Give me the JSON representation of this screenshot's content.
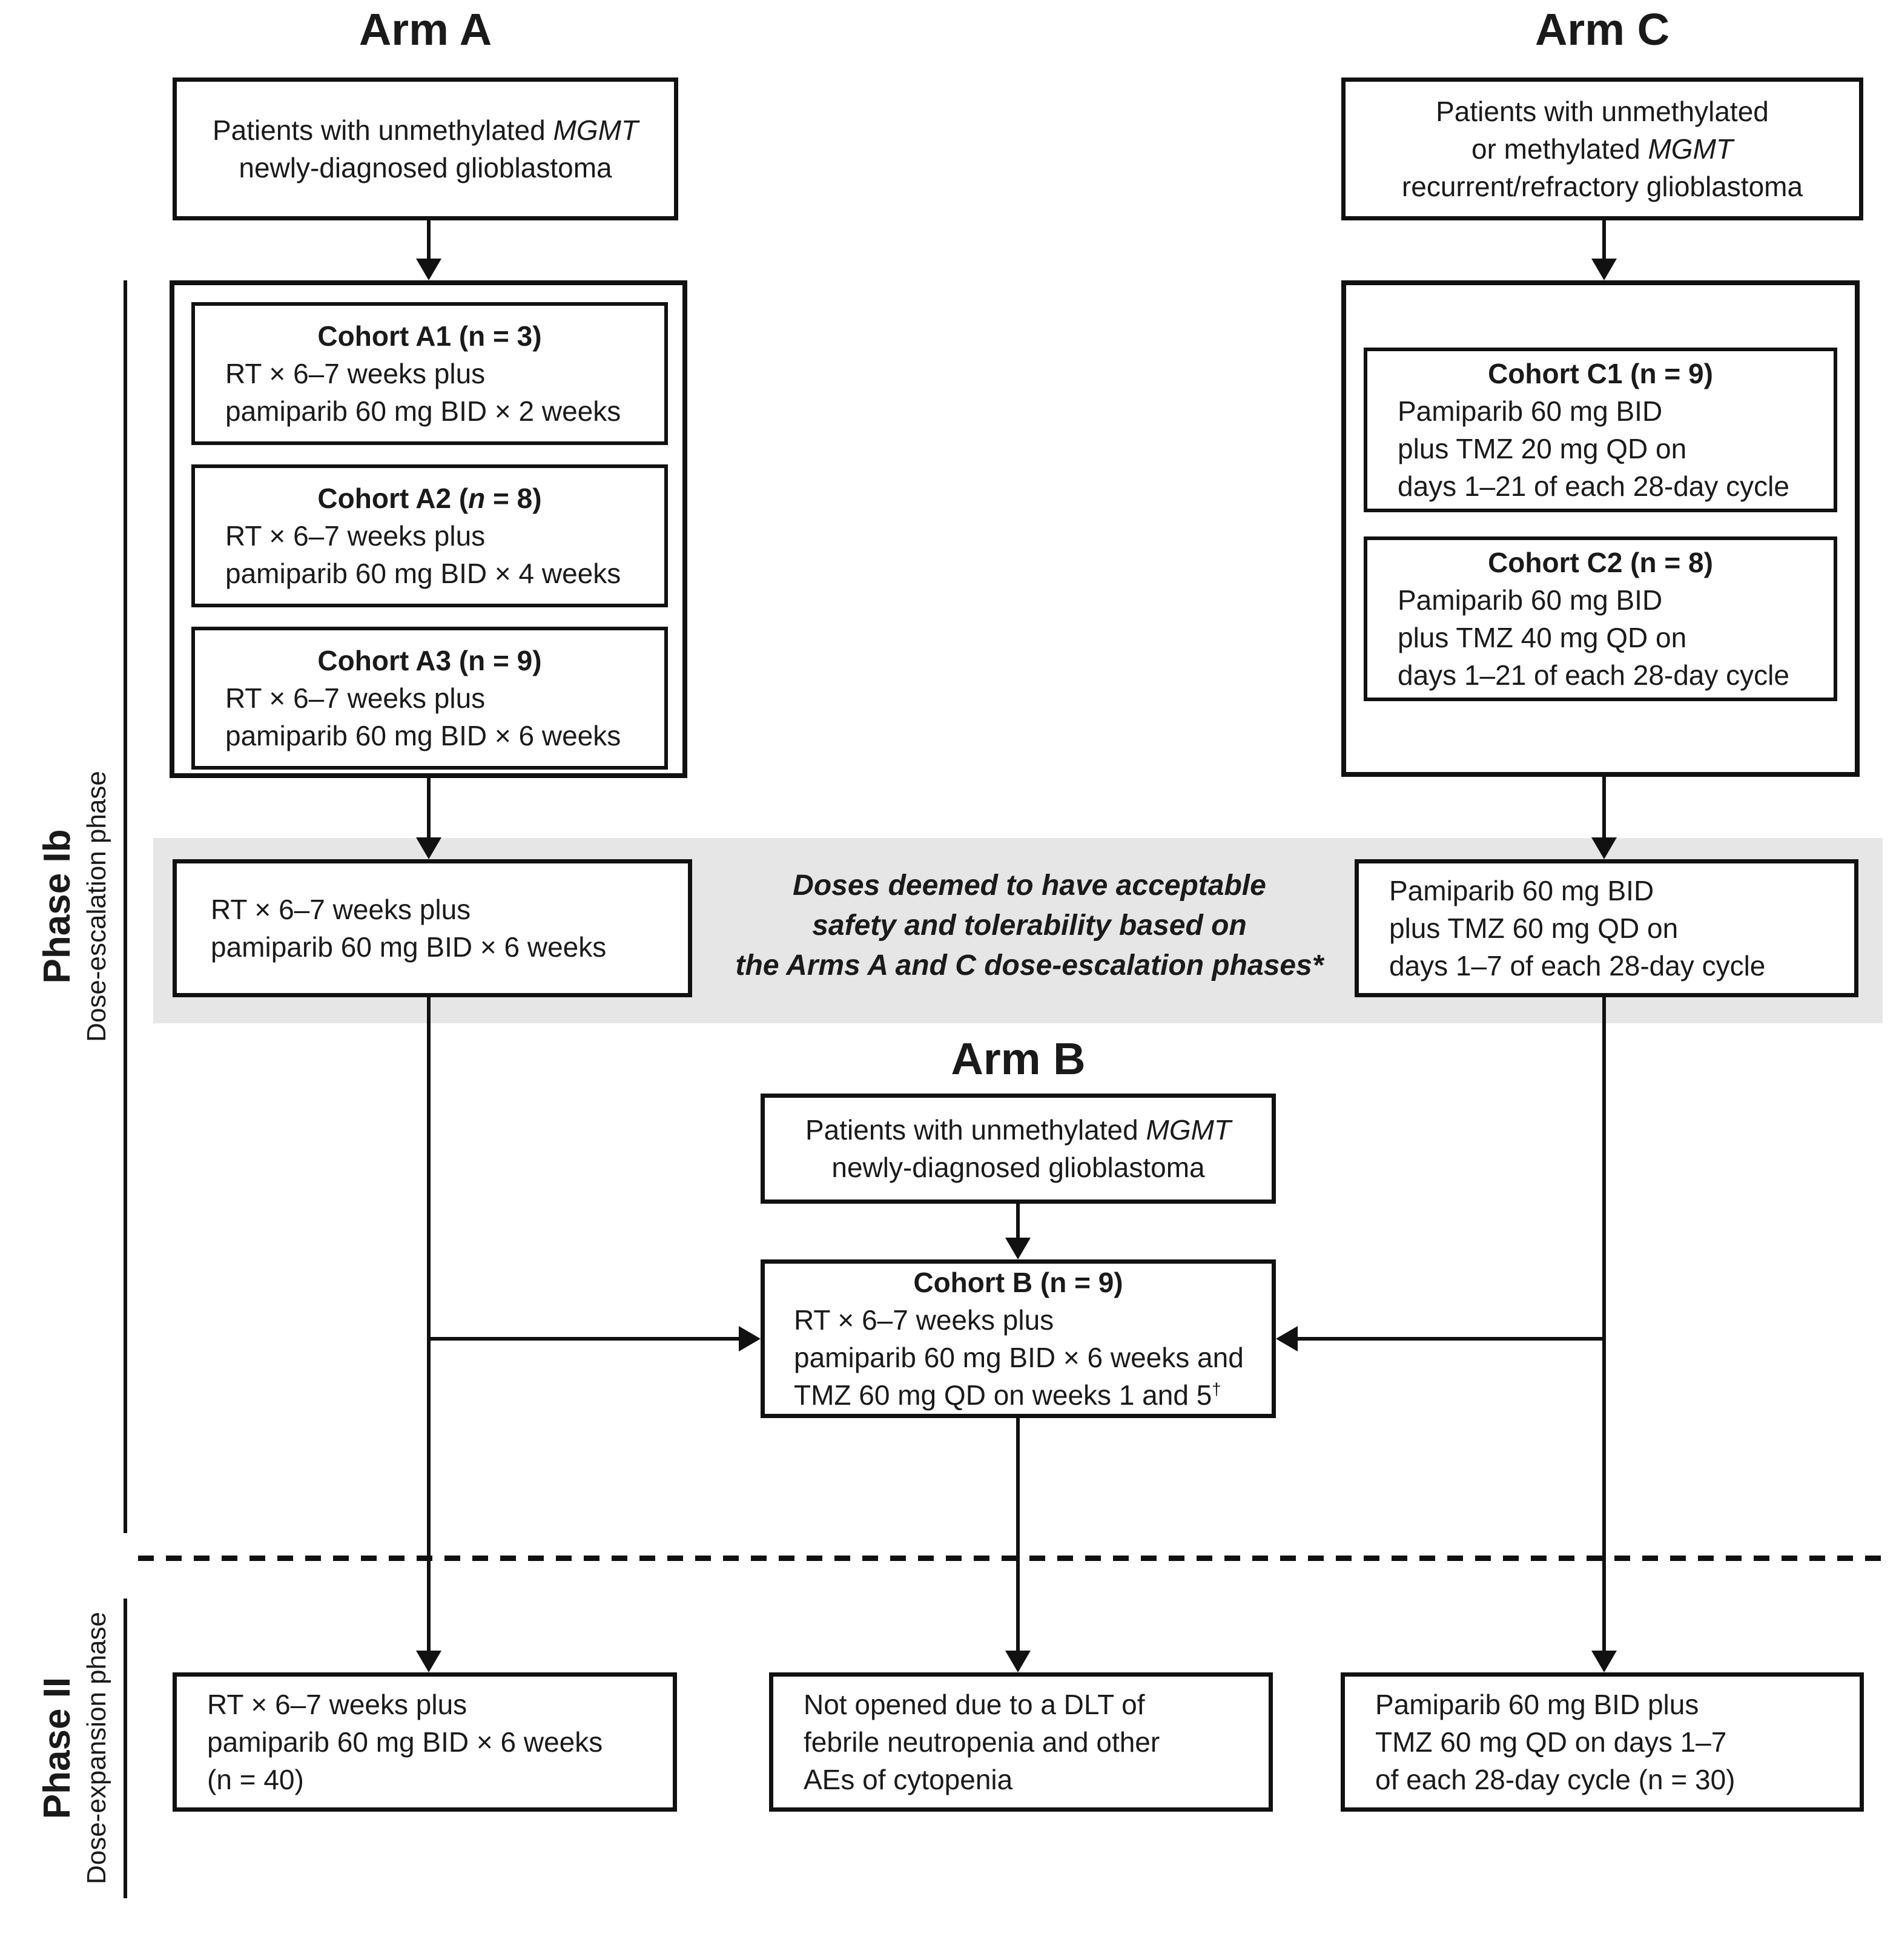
{
  "colors": {
    "ink": "#111111",
    "banner_bg": "#e6e6e6",
    "box_bg": "#ffffff"
  },
  "phase_labels": {
    "ib": {
      "title": "Phase Ib",
      "subtitle": "Dose-escalation phase"
    },
    "ii": {
      "title": "Phase II",
      "subtitle": "Dose-expansion phase"
    }
  },
  "banner": {
    "lines": [
      [
        {
          "t": "Doses deemed to have acceptable"
        }
      ],
      [
        {
          "t": "safety and tolerability based on"
        }
      ],
      [
        {
          "t": "the Arms A and C dose-escalation phases*"
        }
      ]
    ]
  },
  "arm_a": {
    "title": "Arm A",
    "patients": [
      [
        {
          "t": "Patients with unmethylated "
        },
        {
          "t": "MGMT",
          "i": true
        }
      ],
      [
        {
          "t": "newly-diagnosed glioblastoma"
        }
      ]
    ],
    "cohort_a1": {
      "title": [
        {
          "t": "Cohort A1 (n = 3)"
        }
      ],
      "lines": [
        [
          {
            "t": "RT × 6–7 weeks plus"
          }
        ],
        [
          {
            "t": "pamiparib 60 mg BID × 2 weeks"
          }
        ]
      ]
    },
    "cohort_a2": {
      "title": [
        {
          "t": "Cohort A2 ("
        },
        {
          "t": "n",
          "i": true
        },
        {
          "t": " = 8)"
        }
      ],
      "lines": [
        [
          {
            "t": "RT × 6–7 weeks plus"
          }
        ],
        [
          {
            "t": "pamiparib 60 mg BID × 4 weeks"
          }
        ]
      ]
    },
    "cohort_a3": {
      "title": [
        {
          "t": "Cohort A3 (n = 9)"
        }
      ],
      "lines": [
        [
          {
            "t": "RT × 6–7 weeks plus"
          }
        ],
        [
          {
            "t": "pamiparib 60 mg BID × 6 weeks"
          }
        ]
      ]
    },
    "selected_dose": {
      "lines": [
        [
          {
            "t": "RT × 6–7 weeks plus"
          }
        ],
        [
          {
            "t": "pamiparib 60 mg BID × 6 weeks"
          }
        ]
      ]
    },
    "expansion": {
      "lines": [
        [
          {
            "t": "RT × 6–7 weeks plus"
          }
        ],
        [
          {
            "t": "pamiparib 60 mg BID × 6 weeks"
          }
        ],
        [
          {
            "t": "(n = 40)"
          }
        ]
      ]
    }
  },
  "arm_b": {
    "title": "Arm B",
    "patients": [
      [
        {
          "t": "Patients with unmethylated "
        },
        {
          "t": "MGMT",
          "i": true
        }
      ],
      [
        {
          "t": "newly-diagnosed glioblastoma"
        }
      ]
    ],
    "cohort_b": {
      "title": [
        {
          "t": "Cohort B (n = 9)"
        }
      ],
      "lines": [
        [
          {
            "t": "RT × 6–7 weeks plus"
          }
        ],
        [
          {
            "t": "pamiparib 60 mg BID × 6 weeks and"
          }
        ],
        [
          {
            "t": "TMZ 60 mg QD on weeks 1 and 5"
          },
          {
            "t": "†",
            "sup": true
          }
        ]
      ]
    },
    "expansion": {
      "lines": [
        [
          {
            "t": "Not opened due to a DLT of"
          }
        ],
        [
          {
            "t": "febrile neutropenia and other"
          }
        ],
        [
          {
            "t": "AEs of cytopenia"
          }
        ]
      ]
    }
  },
  "arm_c": {
    "title": "Arm C",
    "patients": [
      [
        {
          "t": "Patients with unmethylated"
        }
      ],
      [
        {
          "t": "or methylated "
        },
        {
          "t": "MGMT",
          "i": true
        }
      ],
      [
        {
          "t": "recurrent/refractory glioblastoma"
        }
      ]
    ],
    "cohort_c1": {
      "title": [
        {
          "t": "Cohort C1 (n = 9)"
        }
      ],
      "lines": [
        [
          {
            "t": "Pamiparib 60 mg BID"
          }
        ],
        [
          {
            "t": "plus TMZ 20 mg QD on"
          }
        ],
        [
          {
            "t": "days 1–21 of each 28-day cycle"
          }
        ]
      ]
    },
    "cohort_c2": {
      "title": [
        {
          "t": "Cohort C2 (n = 8)"
        }
      ],
      "lines": [
        [
          {
            "t": "Pamiparib 60 mg BID"
          }
        ],
        [
          {
            "t": "plus TMZ 40 mg QD on"
          }
        ],
        [
          {
            "t": "days 1–21 of each 28-day cycle"
          }
        ]
      ]
    },
    "selected_dose": {
      "lines": [
        [
          {
            "t": "Pamiparib 60 mg BID"
          }
        ],
        [
          {
            "t": "plus TMZ 60 mg QD on"
          }
        ],
        [
          {
            "t": "days 1–7 of each 28-day cycle"
          }
        ]
      ]
    },
    "expansion": {
      "lines": [
        [
          {
            "t": "Pamiparib 60 mg BID plus"
          }
        ],
        [
          {
            "t": "TMZ 60 mg QD on days 1–7"
          }
        ],
        [
          {
            "t": "of each 28-day cycle (n = 30)"
          }
        ]
      ]
    }
  }
}
